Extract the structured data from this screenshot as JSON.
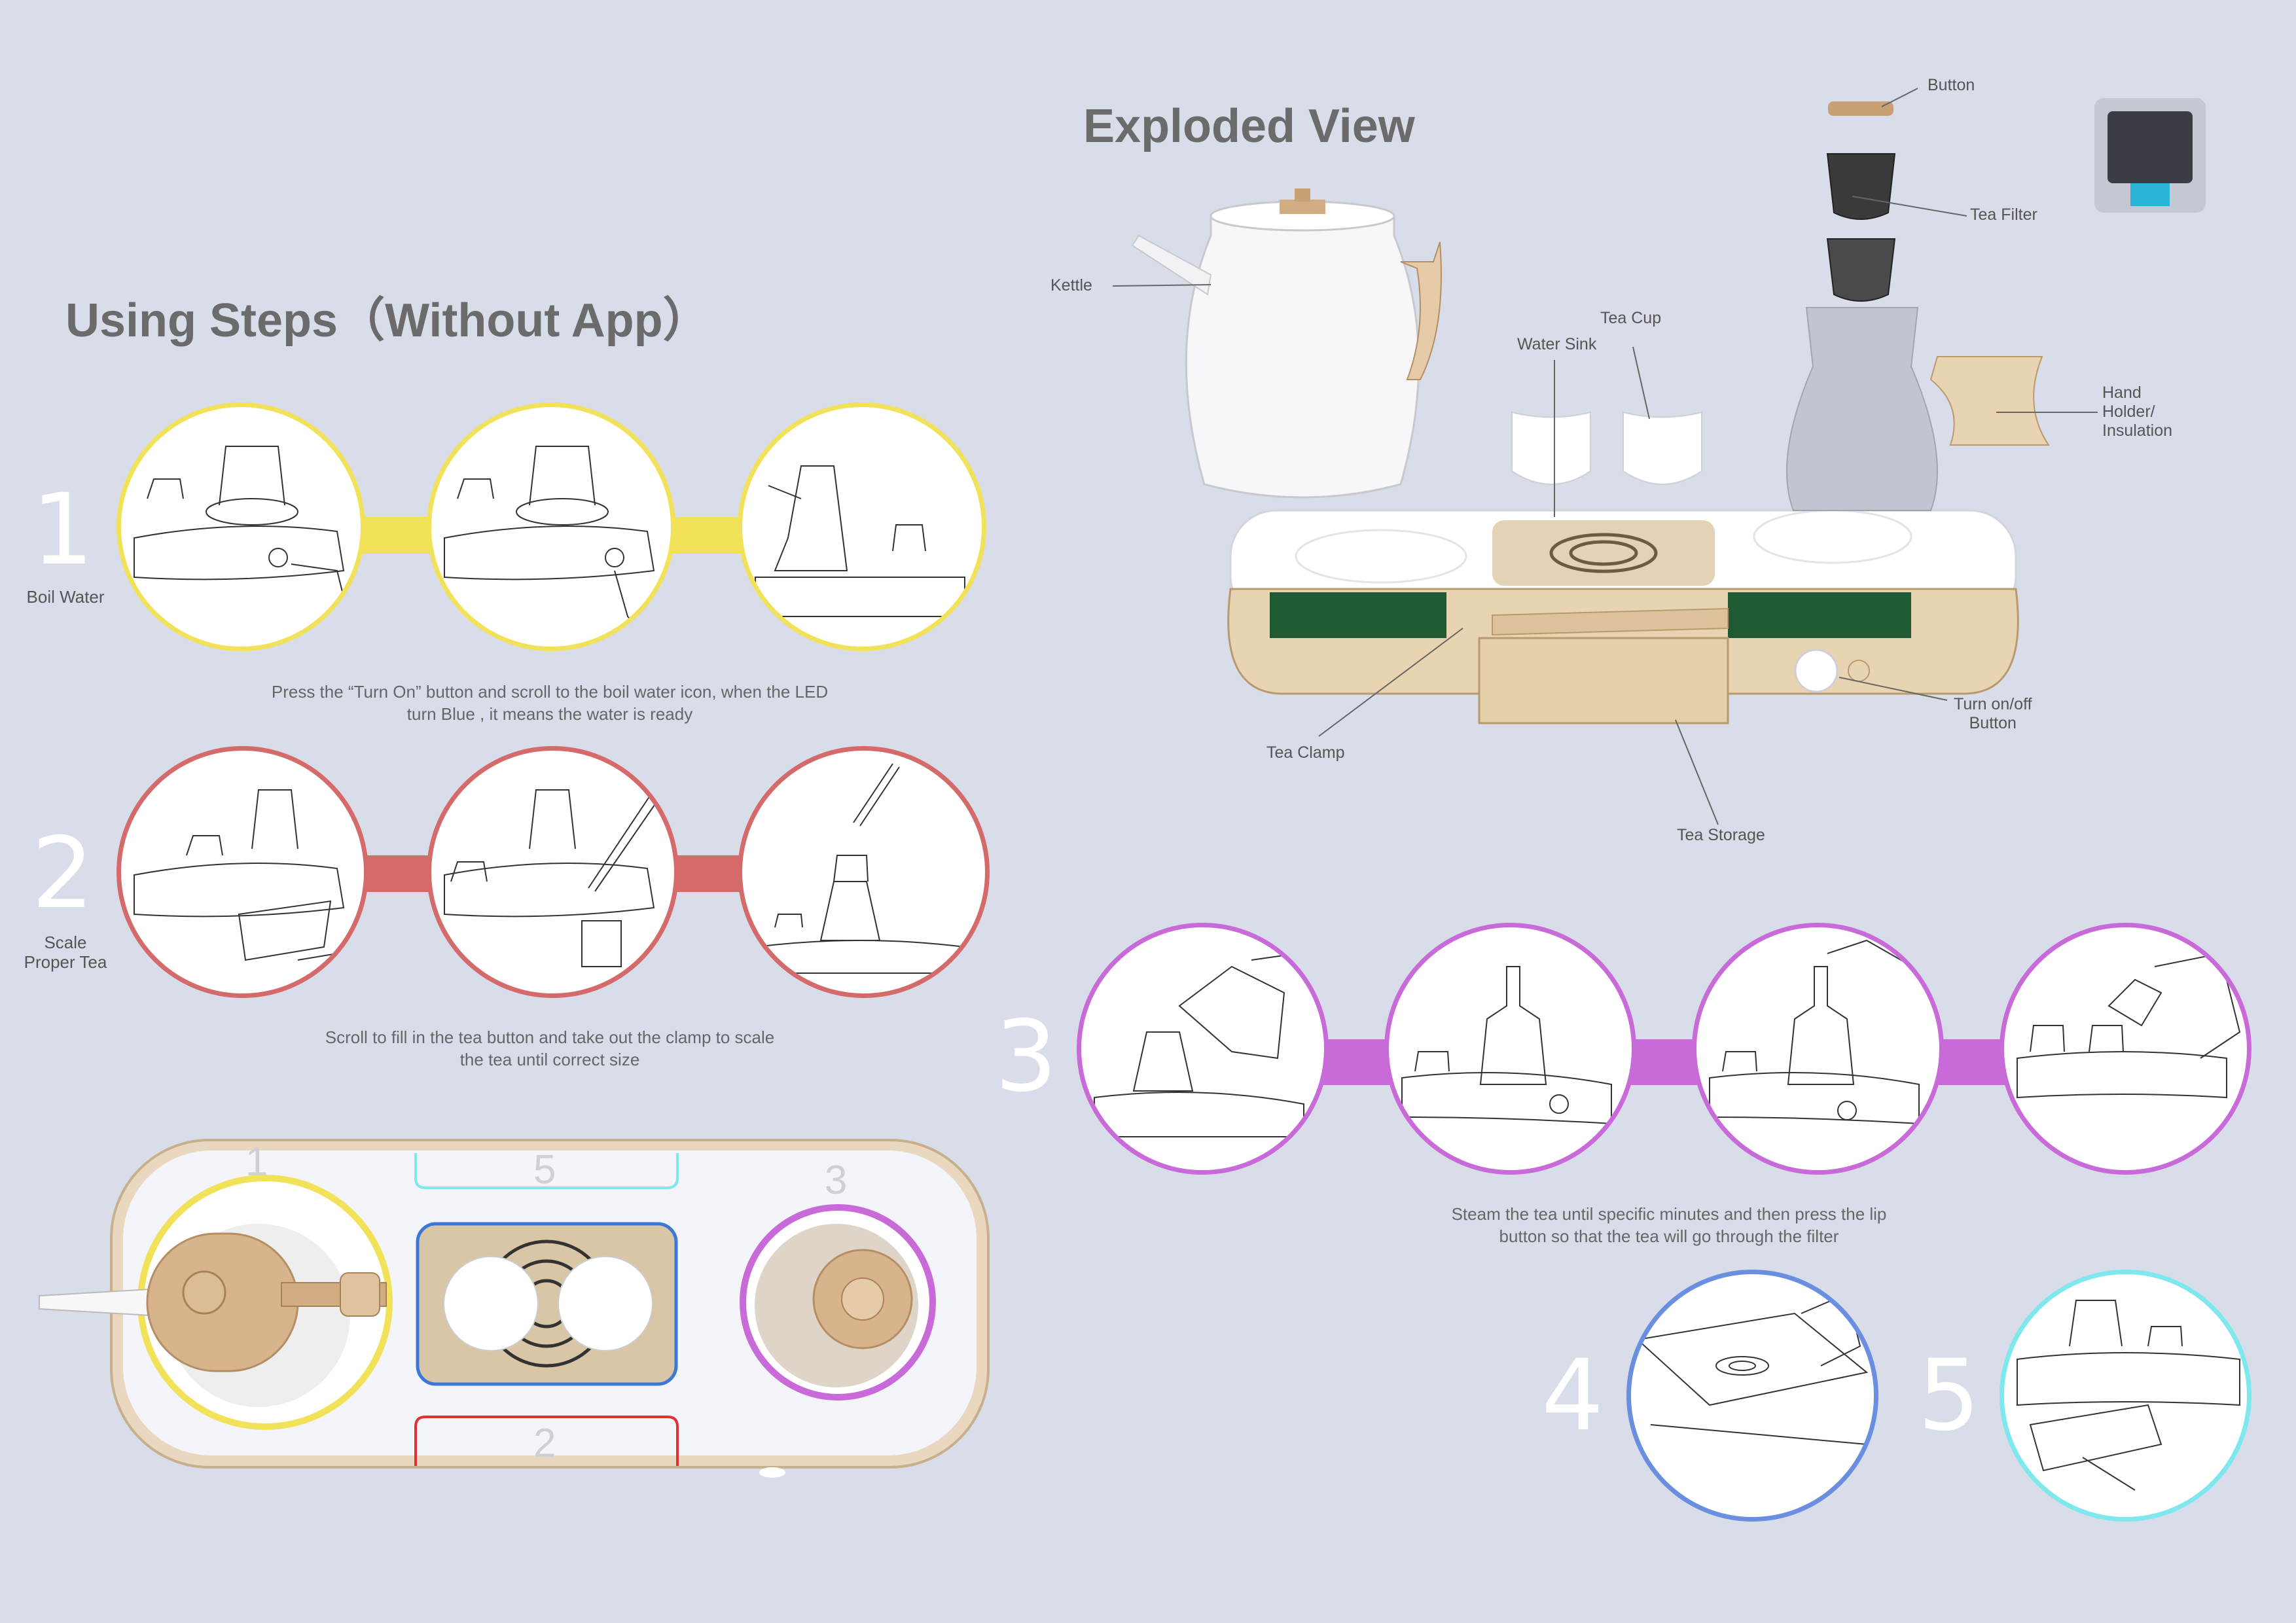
{
  "headings": {
    "using_steps": "Using Steps（Without App）",
    "exploded_view": "Exploded View"
  },
  "steps": [
    {
      "number": "1",
      "label": "Boil Water",
      "color": "#f2e25a",
      "caption": [
        "Press the “Turn On” button and scroll to the boil water icon, when the LED",
        "turn Blue , it means the water is ready"
      ]
    },
    {
      "number": "2",
      "label": [
        "Scale",
        "Proper Tea"
      ],
      "color": "#d46a6a",
      "caption": [
        "Scroll to fill in the tea button and take out the clamp to  scale",
        "the tea until  correct size"
      ]
    },
    {
      "number": "3",
      "label": "",
      "color": "#c86ad8",
      "caption": [
        "Steam the tea until specific minutes and then press the lip",
        "button  so that the tea will go through the filter"
      ]
    },
    {
      "number": "4",
      "label": "",
      "color": "#6a8fe0"
    },
    {
      "number": "5",
      "label": "",
      "color": "#7ee8ee"
    }
  ],
  "top_view": {
    "zone_numbers": [
      "1",
      "5",
      "3",
      "2"
    ],
    "zone_colors": {
      "zone1": "#f2e25a",
      "zone5": "#7ee8ee",
      "zone3": "#c86ad8",
      "zone2": "#e03030",
      "tray": "#3b78d8"
    }
  },
  "exploded_parts": {
    "button": "Button",
    "tea_filter": "Tea Filter",
    "kettle": "Kettle",
    "tea_cup": "Tea Cup",
    "water_sink": "Water Sink",
    "hand_holder": [
      "Hand",
      "Holder/",
      "Insulation"
    ],
    "turn_on_off": [
      "Turn on/off",
      "Button"
    ],
    "tea_clamp": "Tea Clamp",
    "tea_storage": "Tea Storage"
  }
}
